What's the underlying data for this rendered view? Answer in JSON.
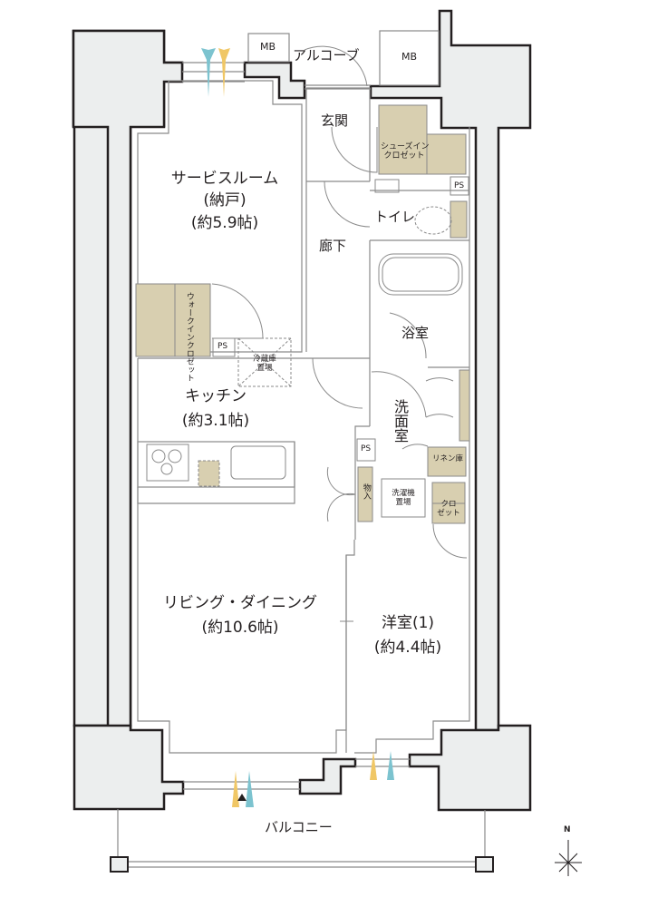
{
  "floorplan": {
    "colors": {
      "wall": "#eceeee",
      "wall_outline": "#231f20",
      "storage": "#d8cfb0",
      "line": "#8a8a8a",
      "light_blue": "#7cc3cf",
      "light_yellow": "#f0c766"
    },
    "rooms": {
      "service_room": {
        "name": "サービスルーム",
        "sub": "(納戸)",
        "size": "(約5.9帖)"
      },
      "kitchen": {
        "name": "キッチン",
        "size": "(約3.1帖)"
      },
      "living_dining": {
        "name": "リビング・ダイニング",
        "size": "(約10.6帖)"
      },
      "western_room": {
        "name": "洋室(1)",
        "size": "(約4.4帖)"
      },
      "entrance": {
        "name": "玄関"
      },
      "corridor": {
        "name": "廊下"
      },
      "toilet": {
        "name": "トイレ"
      },
      "bathroom": {
        "name": "浴室"
      },
      "washroom": {
        "name": "洗面室"
      },
      "alcove": {
        "name": "アルコーブ"
      },
      "balcony": {
        "name": "バルコニー"
      }
    },
    "storage": {
      "shoes_closet": {
        "line1": "シューズイン",
        "line2": "クロゼット"
      },
      "walk_in_closet": {
        "label": "ウォークインクロゼット"
      },
      "linen": {
        "label": "リネン庫"
      },
      "closet": {
        "line1": "クロ",
        "line2": "ゼット"
      },
      "storage_small": {
        "label": "物入"
      }
    },
    "fixtures": {
      "mb_left": "MB",
      "mb_right": "MB",
      "ps_top": "PS",
      "ps_kitchen": "PS",
      "ps_wash": "PS",
      "fridge": {
        "line1": "冷蔵庫",
        "line2": "置場"
      },
      "washer": {
        "line1": "洗濯機",
        "line2": "置場"
      }
    },
    "compass": {
      "label": "N"
    }
  }
}
